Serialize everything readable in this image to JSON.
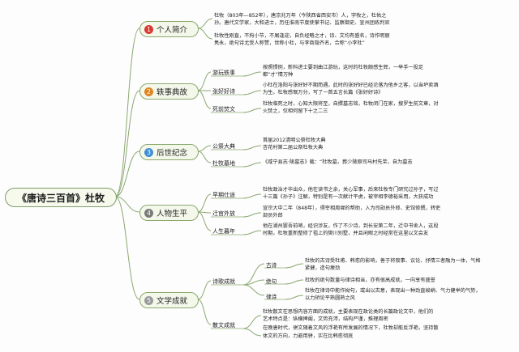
{
  "root": "《唐诗三百首》杜牧",
  "colors": {
    "line": "#8aa870",
    "topic1": "#d93a36",
    "topic2": "#e0851f",
    "topic3": "#3f8fd6",
    "topic4": "#7a7a7a",
    "topic5": "#9a9a9a"
  },
  "topics": [
    {
      "num": "1",
      "label": "个人简介",
      "leaves": [
        {
          "lines": [
            "杜牧（803年—852年），唐京兆万年（今陕西省西安市）人，字牧之，杜佑之",
            "孙。唐代文学家，大和进士，历任淮南节度使掌书记、监察御史、宣州团练判官"
          ]
        },
        {
          "lines": [
            "杜牧性刚直，不拘小节，不屑逢迎，自负经略之才，诗、文均有盛名，诗作明丽",
            "隽永，绝句诗尤受人称赞，世称小杜，与李商隐齐名，合称“小李杜”"
          ]
        }
      ]
    },
    {
      "num": "2",
      "label": "轶事典故",
      "subs": [
        {
          "label": "游玩轶事",
          "lines": [
            "按照惯例，新科进士要到曲江游玩，这时的杜牧颇感生辉，一举手一投足",
            "都“才”情万种"
          ]
        },
        {
          "label": "张好好诗",
          "lines": [
            "小杜在洛阳与张好好不期而遇，此时的张好好已经沦落为他乡之客，以当垆卖酒",
            "为生。杜牧感慨万分，写了一首五言长篇《张好好诗》"
          ]
        },
        {
          "label": "死前焚文",
          "lines": [
            "杜牧临死之时，心知大限将至，自撰墓志铭，杜牧闭门在家，搜罗生前文章，对",
            "火焚之，仅相何留下十之二三"
          ]
        }
      ]
    },
    {
      "num": "3",
      "label": "后世纪念",
      "subs": [
        {
          "label": "公祭大典",
          "lines": [
            "首届2012清明公祭杜牧大典",
            "杏花村第二届公祭杜牧大典"
          ]
        },
        {
          "label": "杜牧墓地",
          "lines": [
            "《咸宁县志·陵墓志》载：“杜牧墓，葬少陵原司马村先茔，自为墓志"
          ]
        }
      ]
    },
    {
      "num": "4",
      "label": "人物生平",
      "subs": [
        {
          "label": "早期仕途",
          "lines": [
            "杜牧政治才华出众，他在读书之余，关心军事，后来杜牧专门研究过孙子，写过",
            "十三篇《孙子》注解，特别是有一次献计平虏，被宰相李德裕采用，大获成功"
          ]
        },
        {
          "label": "迁官外放",
          "lines": [
            "宣宗大中二年（848年），得宰相周墀的帮助，入为司勋员外郎、史馆修撰，转吏",
            "部员外郎"
          ]
        },
        {
          "label": "人生暮年",
          "lines": [
            "他在湖州罢吾前哨，经识涉友，作了不少诗，到长安第二年，迁中书舍人，这段",
            "时期，杜牧重新整修了祖上的樊川别墅，并且闲暇之时经常在这里以文会友"
          ]
        }
      ]
    },
    {
      "num": "5",
      "label": "文学成就",
      "subs": [
        {
          "label": "诗歌成就",
          "items": [
            {
              "label": "古诗",
              "lines": [
                "杜牧的古诗受杜甫、韩愈的影响，善于将叙事、议论、抒情三者融为一体，气格",
                "紧健，造句瘦劲"
              ]
            },
            {
              "label": "绝句",
              "lines": [
                "杜牧的绝句数量与律诗相当，亦有很高成就，一向享有盛誉"
              ]
            },
            {
              "label": "律诗",
              "lines": [
                "杜牧在律诗中能作拗句，或出以古意，表现出一种劲直峻峭、气力健举的气势，",
                "以力矫论平熟圆熟之风"
              ]
            }
          ]
        },
        {
          "label": "散文成就",
          "lines": [
            "杜牧散文在思想内容方面的成就，主要表现在政论类的长篇政论文中，他们的",
            "艺术特点是：纵横捭阖，文势充沛，结构严谨，推理周密",
            "在晚唐时代，骈文随着文风的浮艳有所发展的情况下，杜牧却能反浮艳，坚持散",
            "体文的方向，力避用骈，实在比韩愈彻底"
          ]
        }
      ]
    }
  ]
}
